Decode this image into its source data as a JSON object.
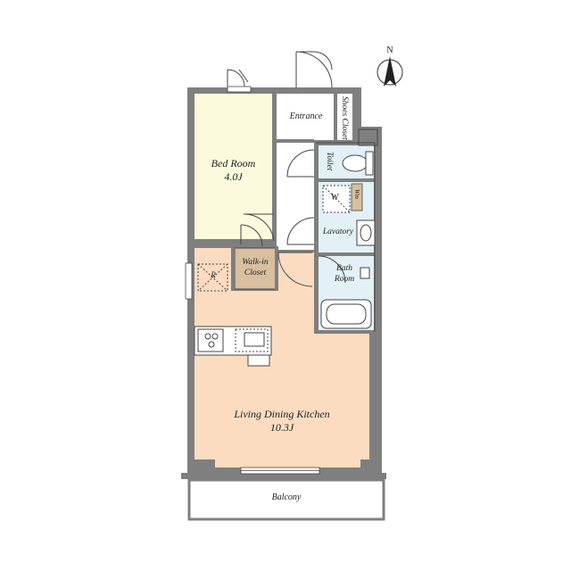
{
  "floor_plan": {
    "rooms": {
      "bedroom": {
        "name": "Bed Room",
        "size": "4.0J"
      },
      "entrance": {
        "name": "Entrance"
      },
      "shoes_closet": {
        "name": "Shoes Closet"
      },
      "toilet": {
        "name": "Toilet"
      },
      "washer": {
        "name": "W"
      },
      "wm_space": {
        "name": "Wm"
      },
      "lavatory": {
        "name": "Lavatory"
      },
      "walkin_closet": {
        "name": "Walk-in Closet",
        "line1": "Walk-in",
        "line2": "Closet"
      },
      "refrigerator": {
        "name": "R"
      },
      "bathroom": {
        "name": "Bath Room",
        "line1": "Bath",
        "line2": "Room"
      },
      "ldk": {
        "name": "Living Dining Kitchen",
        "size": "10.3J"
      },
      "balcony": {
        "name": "Balcony"
      }
    },
    "compass": {
      "label": "N"
    },
    "colors": {
      "wall": "#7f7f7f",
      "bedroom_floor": "#fbfadc",
      "ldk_floor": "#fbdcc0",
      "wet_area_floor": "#e3f1f7",
      "closet_floor": "#d8bfa0",
      "balcony_floor": "#ffffff"
    }
  }
}
